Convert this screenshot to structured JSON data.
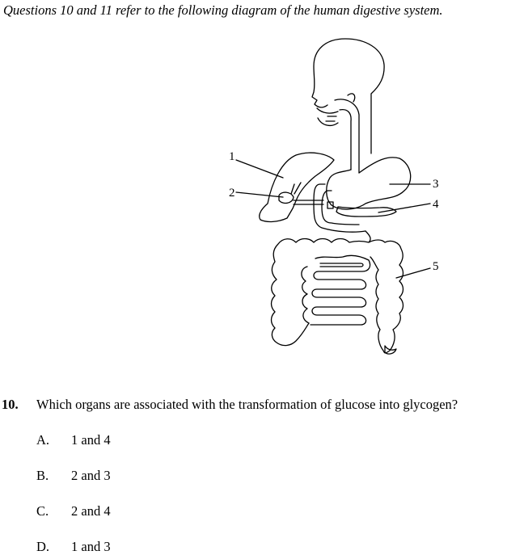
{
  "intro": "Questions 10 and 11 refer to the following diagram of the human digestive system.",
  "diagram": {
    "labels": [
      "1",
      "2",
      "3",
      "4",
      "5"
    ]
  },
  "question": {
    "number": "10.",
    "text": "Which organs are associated with the transformation of glucose into glycogen?",
    "options": [
      {
        "letter": "A.",
        "text": "1 and 4"
      },
      {
        "letter": "B.",
        "text": "2 and 3"
      },
      {
        "letter": "C.",
        "text": "2 and 4"
      },
      {
        "letter": "D.",
        "text": "1 and 3"
      }
    ]
  }
}
